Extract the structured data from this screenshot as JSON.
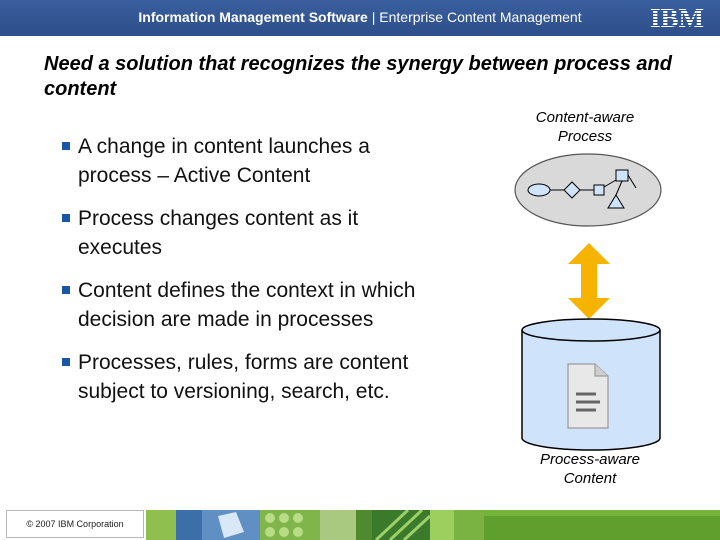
{
  "header": {
    "title_bold": "Information Management Software",
    "separator": " | ",
    "title_rest": "Enterprise Content Management",
    "logo_text": "IBM"
  },
  "slide": {
    "title": "Need a solution that recognizes the synergy between process and content",
    "bullets": [
      "A change in content launches a process – Active Content",
      "Process changes content as it executes",
      "Content defines the context in which decision are made in processes",
      "Processes, rules, forms are content subject to versioning, search, etc."
    ]
  },
  "diagram": {
    "top_label_line1": "Content-aware",
    "top_label_line2": "Process",
    "bottom_label_line1": "Process-aware",
    "bottom_label_line2": "Content",
    "arrow_color": "#f6b400",
    "cylinder_fill": "#cfe4fb"
  },
  "footer": {
    "copyright": "© 2007 IBM Corporation"
  }
}
